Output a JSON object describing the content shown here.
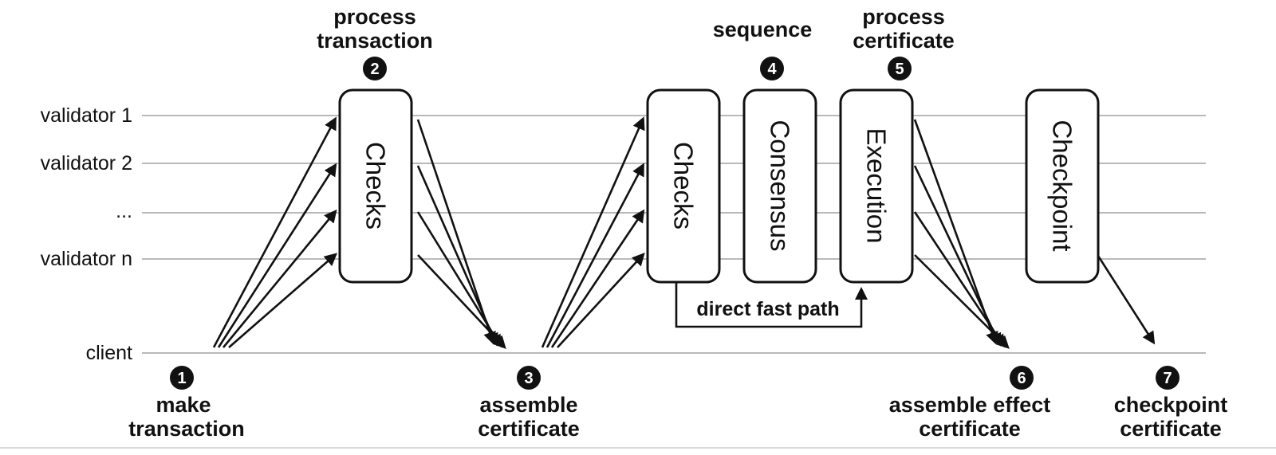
{
  "colors": {
    "background": "#ffffff",
    "lane_line": "#b9b9b9",
    "ink": "#111111",
    "box_fill": "#ffffff",
    "badge_fill": "#111111",
    "badge_text": "#ffffff"
  },
  "lanes": [
    {
      "label": "validator 1"
    },
    {
      "label": "validator 2"
    },
    {
      "label": "..."
    },
    {
      "label": "validator n"
    },
    {
      "label": "client"
    }
  ],
  "boxes": [
    {
      "label": "Checks"
    },
    {
      "label": "Checks"
    },
    {
      "label": "Consensus"
    },
    {
      "label": "Execution"
    },
    {
      "label": "Checkpoint"
    }
  ],
  "steps": [
    {
      "number": "1",
      "line1": "make",
      "line2": "transaction"
    },
    {
      "number": "2",
      "line1": "process",
      "line2": "transaction"
    },
    {
      "number": "3",
      "line1": "assemble",
      "line2": "certificate"
    },
    {
      "number": "4",
      "line1": "sequence",
      "line2": ""
    },
    {
      "number": "5",
      "line1": "process",
      "line2": "certificate"
    },
    {
      "number": "6",
      "line1": "assemble effect",
      "line2": "certificate"
    },
    {
      "number": "7",
      "line1": "checkpoint",
      "line2": "certificate"
    }
  ],
  "annotations": {
    "fast_path": "direct fast path"
  }
}
